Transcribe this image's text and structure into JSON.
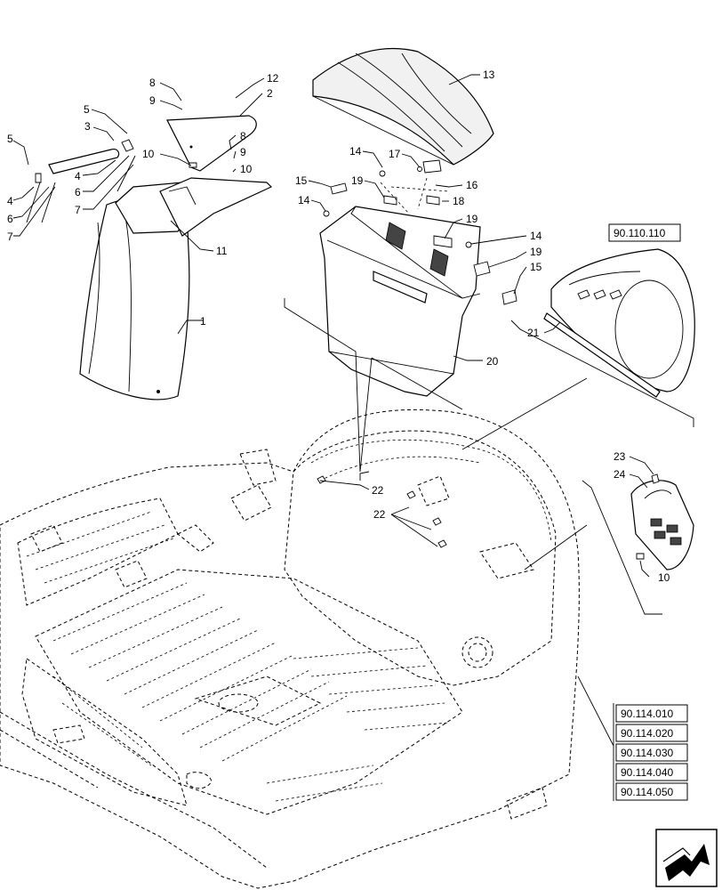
{
  "callouts": {
    "c1": "1",
    "c2": "2",
    "c3": "3",
    "c4a": "4",
    "c4b": "4",
    "c5a": "5",
    "c5b": "5",
    "c6a": "6",
    "c6b": "6",
    "c7a": "7",
    "c7b": "7",
    "c8a": "8",
    "c8b": "8",
    "c9a": "9",
    "c9b": "9",
    "c10a": "10",
    "c10b": "10",
    "c10c": "10",
    "c11": "11",
    "c12": "12",
    "c13": "13",
    "c14a": "14",
    "c14b": "14",
    "c14c": "14",
    "c15a": "15",
    "c15b": "15",
    "c16": "16",
    "c17": "17",
    "c18": "18",
    "c19a": "19",
    "c19b": "19",
    "c19c": "19",
    "c20": "20",
    "c21": "21",
    "c22a": "22",
    "c22b": "22",
    "c23": "23",
    "c24": "24"
  },
  "references": {
    "ref_top": "90.110.110",
    "ref_list": [
      "90.114.010",
      "90.114.020",
      "90.114.030",
      "90.114.040",
      "90.114.050"
    ]
  },
  "icons": {
    "nav": "arrow-next-page-icon"
  }
}
